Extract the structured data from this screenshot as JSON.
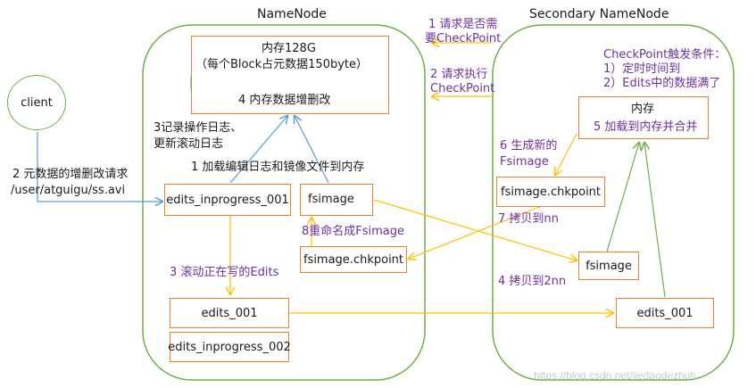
{
  "namenode": {
    "title": "NameNode",
    "memory": {
      "line1": "内存128G",
      "line2": "（每个Block占元数据150byte）",
      "line3": "4 内存数据增删改"
    },
    "edits_inprogress": "edits_inprogress_001",
    "fsimage": "fsimage",
    "fsimage_chkpoint": "fsimage.chkpoint",
    "edits_001": "edits_001",
    "edits_inprogress_002": "edits_inprogress_002"
  },
  "secondary": {
    "title": "Secondary NameNode",
    "checkpoint_conditions": [
      "CheckPoint触发条件：",
      "1）定时时间到",
      "2）Edits中的数据满了"
    ],
    "memory_title": "内存",
    "memory_step": "5 加载到内存并合并",
    "fsimage_chkpoint": "fsimage.chkpoint",
    "fsimage": "fsimage",
    "edits_001": "edits_001"
  },
  "client": {
    "label": "client"
  },
  "annotations": {
    "step1_request": [
      "1 请求是否需",
      "要CheckPoint"
    ],
    "step2_execute": [
      "2 请求执行",
      "CheckPoint"
    ],
    "client_request": [
      "2 元数据的增删改请求",
      "/user/atguigu/ss.avi"
    ],
    "log_ops": [
      "3记录操作日志、",
      "更新滚动日志"
    ],
    "load_edits": "1 加载编辑日志和镜像文件到内存",
    "rename": "8重命名成Fsimage",
    "roll_edits": "3 滚动正在写的Edits",
    "generate_new": [
      "6 生成新的",
      "Fsimage"
    ],
    "copy_to_nn": "7 拷贝到nn",
    "copy_to_2nn": "4 拷贝到2nn"
  },
  "watermark": "https://blog.csdn.net/jiedaodezhuti",
  "colors": {
    "box_border": "#ed7d31",
    "green": "#70ad47",
    "blue_arrow": "#5b9bd5",
    "yellow_arrow": "#ffc000",
    "purple_text": "#7030a0"
  }
}
